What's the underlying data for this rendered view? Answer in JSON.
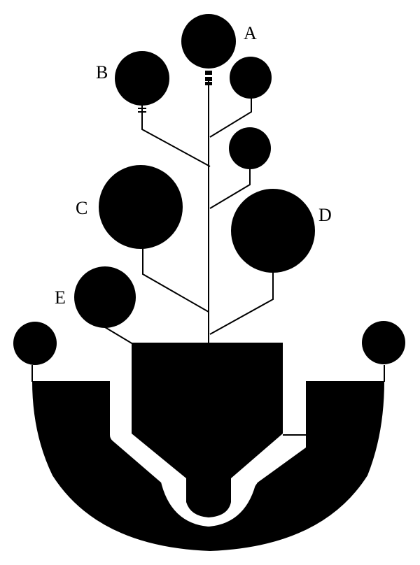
{
  "diagram": {
    "labels": {
      "a": "A",
      "b": "B",
      "c": "C",
      "d": "D",
      "e": "E"
    },
    "colors": {
      "ink": "#000000",
      "paper": "#ffffff"
    }
  }
}
